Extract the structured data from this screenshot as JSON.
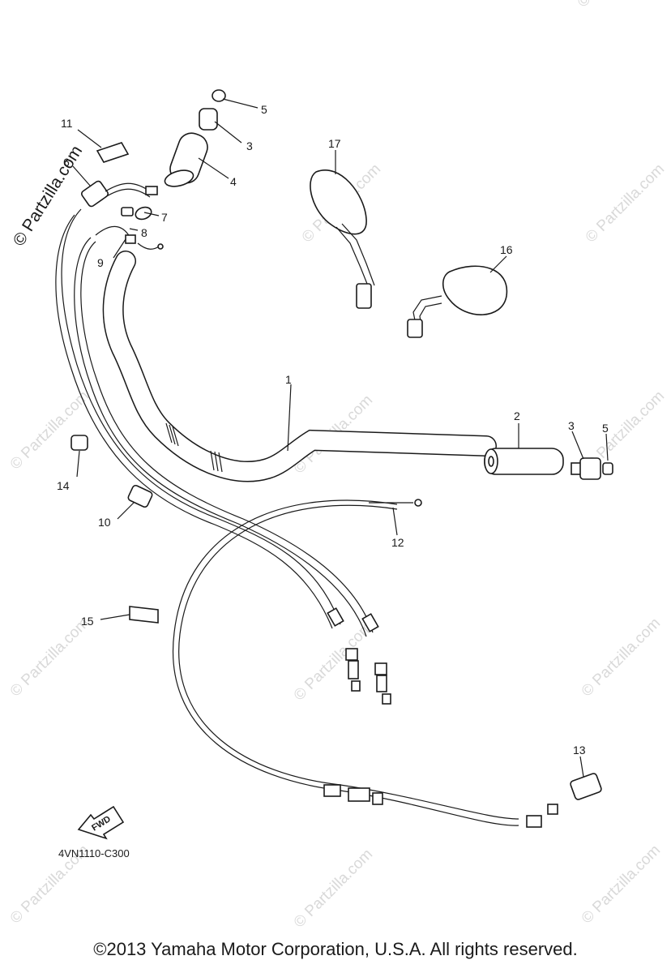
{
  "brand_watermark": "© Partzilla.com",
  "watermark_text": "© Partzilla.com",
  "diagram_code": "4VN1110-C300",
  "direction_label": "FWD",
  "copyright": "©2013 Yamaha Motor Corporation, U.S.A. All rights reserved.",
  "callouts": {
    "c1": "1",
    "c2": "2",
    "c3a": "3",
    "c3b": "3",
    "c4": "4",
    "c5a": "5",
    "c5b": "5",
    "c6": "6",
    "c7": "7",
    "c8": "8",
    "c9": "9",
    "c10": "10",
    "c11": "11",
    "c12": "12",
    "c13": "13",
    "c14": "14",
    "c15": "15",
    "c16": "16",
    "c17": "17"
  }
}
